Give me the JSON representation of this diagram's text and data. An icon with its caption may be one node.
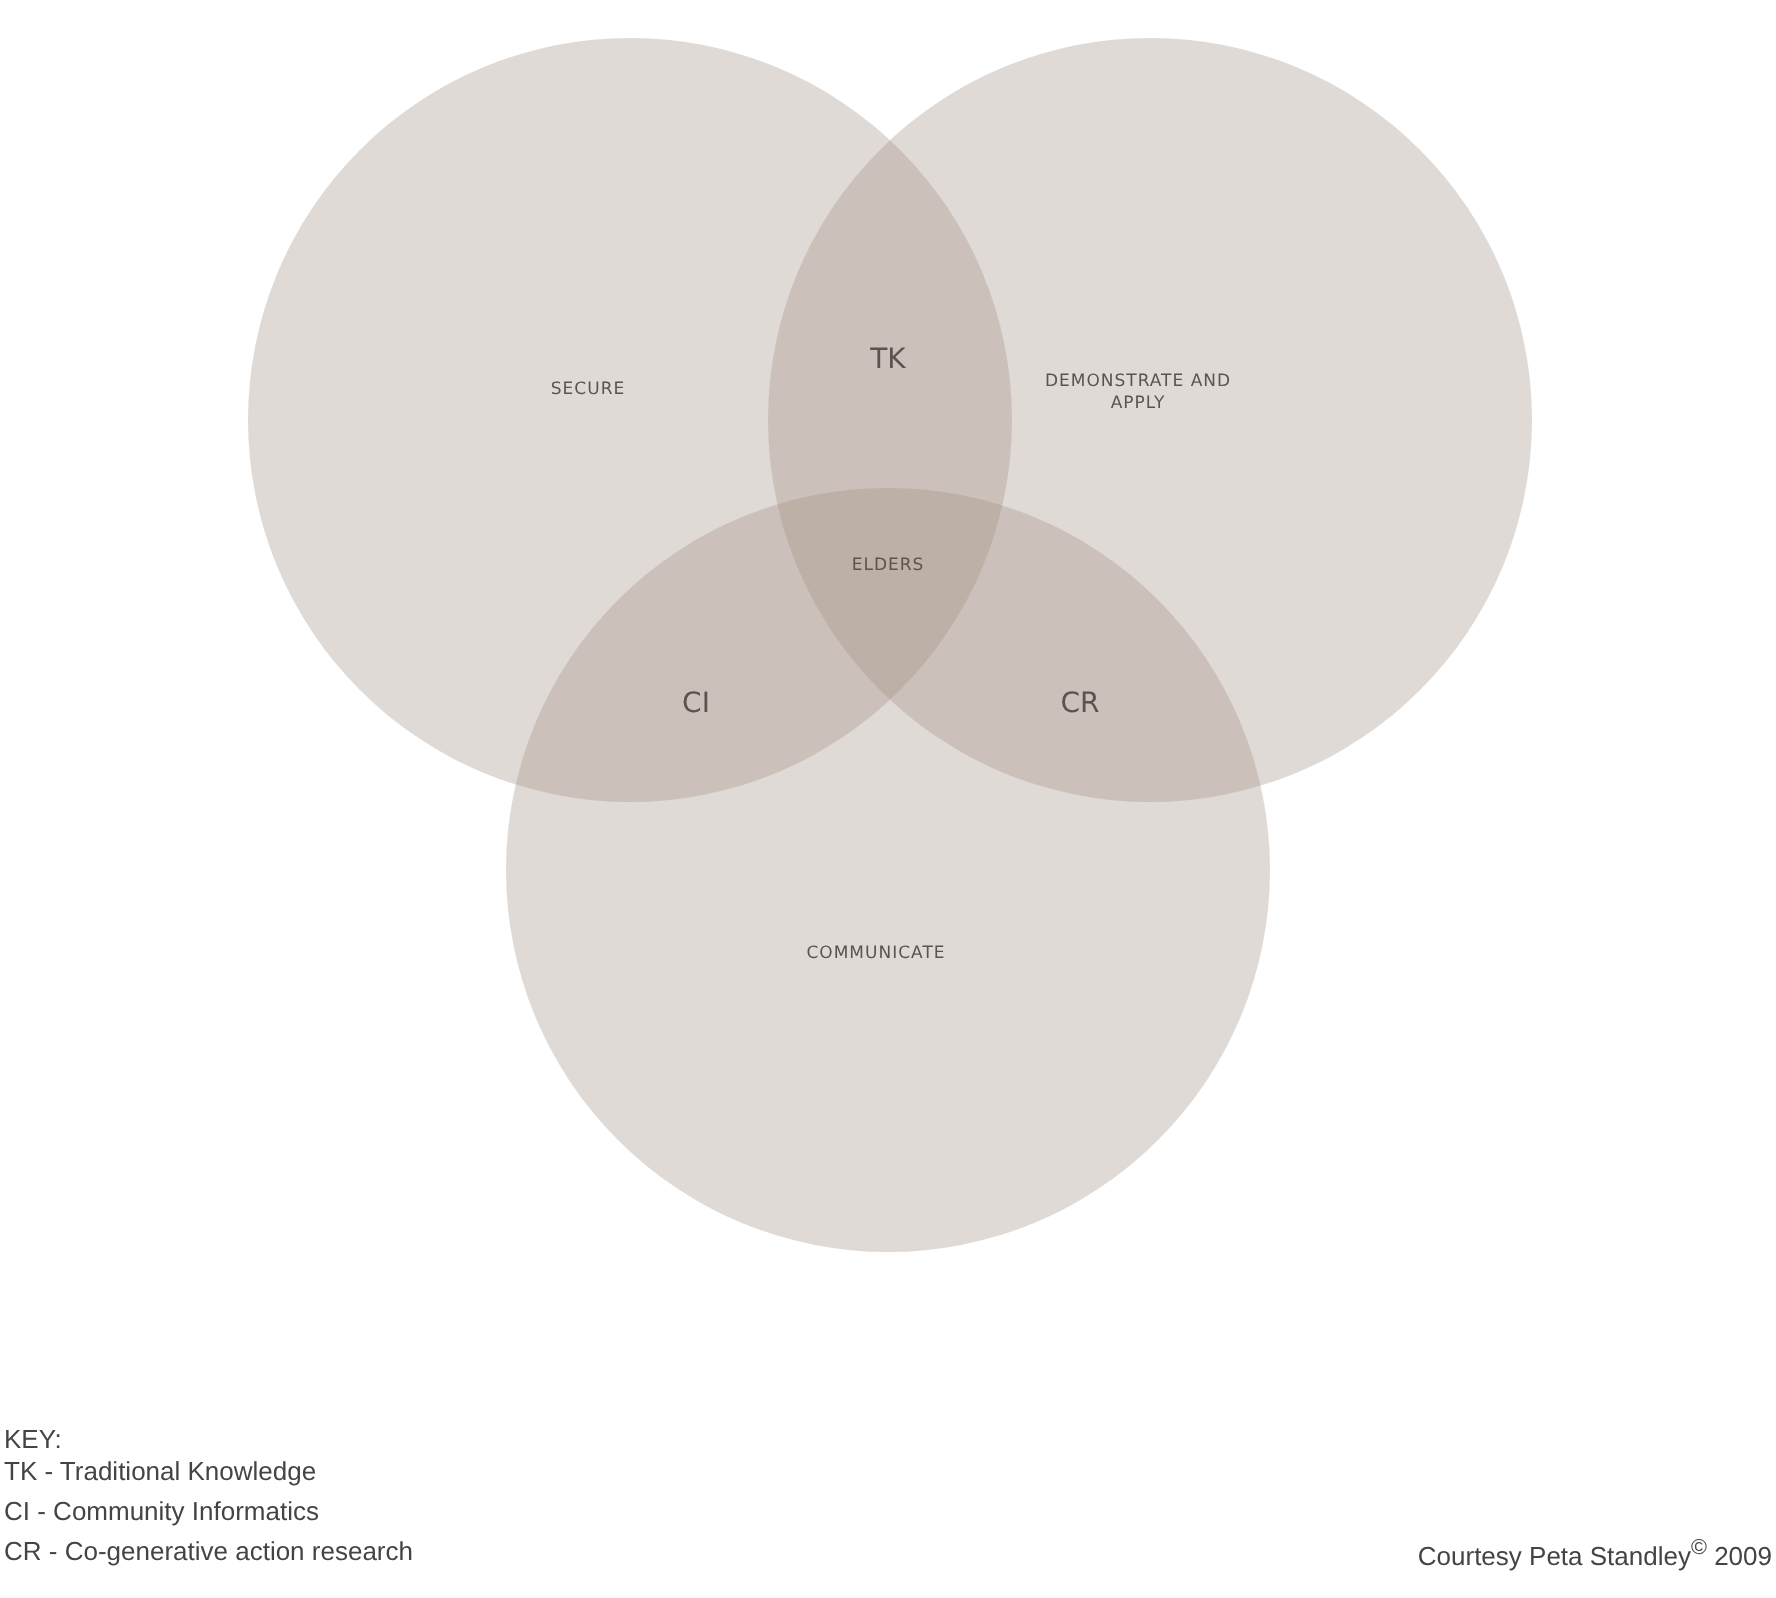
{
  "diagram": {
    "nodes": [
      {
        "text": [
          "SECURE"
        ]
      },
      {
        "text": [
          "DEMONSTRATE AND APPLY"
        ]
      },
      {
        "text": [
          "COMMUNICATE"
        ]
      }
    ],
    "labels": [
      "TK",
      "ELDERS",
      "CI",
      "CR",
      "KEY:",
      "TK - Traditional Knowledge",
      "CI - Community Informatics",
      "CR - Co-generative action research",
      "Courtesy Peta Standley$^{©}$ 2009"
    ]
  }
}
